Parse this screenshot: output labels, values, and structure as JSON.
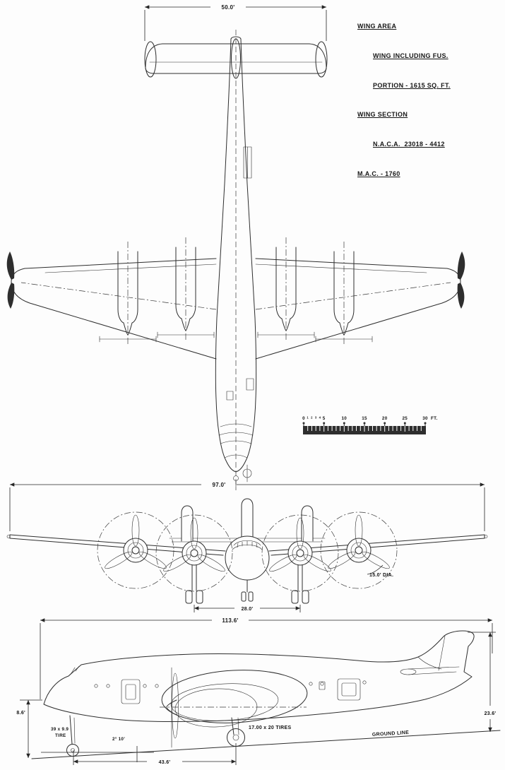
{
  "colors": {
    "paper": "#fdfdfd",
    "ink": "#2e2e2e"
  },
  "spec_block": {
    "lines": [
      "WING AREA",
      "WING INCLUDING FUS.",
      "PORTION - 1615 SQ. FT.",
      "WING SECTION",
      "N.A.C.A.  23018 - 4412",
      "M.A.C. - 1760"
    ]
  },
  "top_view": {
    "stabilizer_span_dim": "50.0'"
  },
  "scale_bar": {
    "labels": [
      "0",
      "5",
      "10",
      "15",
      "20",
      "25",
      "30"
    ],
    "minor_labels": [
      "1",
      "2",
      "3",
      "4"
    ],
    "unit": "FT."
  },
  "front_view": {
    "wingspan_dim": "97.0'",
    "prop_diameter_label": "15.0' DIA.",
    "wheel_track_dim": "28.0'"
  },
  "side_view": {
    "length_dim": "113.6'",
    "nose_height_dim": "8.6'",
    "tail_height_dim": "23.6'",
    "nose_tire_line1": "39 x 9.9",
    "nose_tire_line2": "TIRE",
    "ground_angle": "2° 10'",
    "main_tire_label": "17.00 x 20  TIRES",
    "ground_line_label": "GROUND LINE",
    "wheelbase_dim": "43.6'"
  }
}
